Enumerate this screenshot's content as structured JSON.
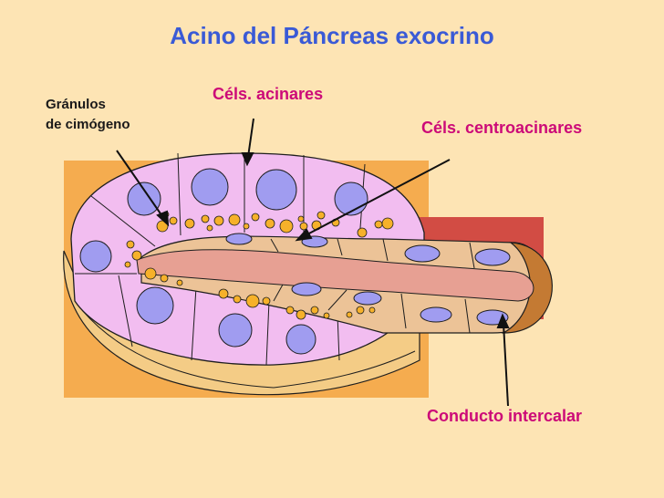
{
  "title": "Acino del Páncreas exocrino",
  "labels": {
    "granulos": "Gránulos\nde cimógeno",
    "acinares": "Céls. acinares",
    "centroacinares": "Céls. centroacinares",
    "conducto": "Conducto intercalar"
  },
  "colors": {
    "background": "#fde4b4",
    "title": "#3a5ad6",
    "label": "#cc0a78",
    "acinar_cell": "#f2bdf0",
    "nucleus": "#a09cf0",
    "granule": "#f6b12a",
    "duct_wall": "#ecc397",
    "lumen": "#e7a093",
    "red_tissue": "#d24c44",
    "orange_tissue": "#f3a23d",
    "base_layer": "#f4cc86"
  }
}
